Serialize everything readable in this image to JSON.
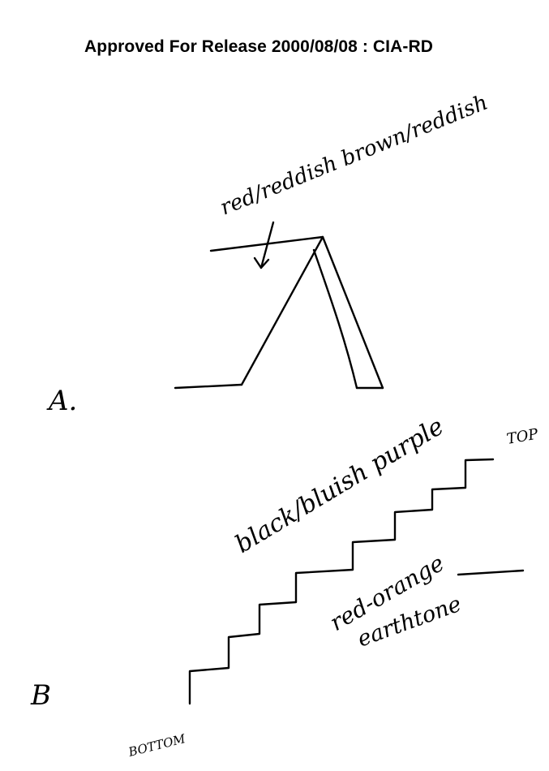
{
  "header": {
    "release_stamp": "Approved For Release 2000/08/08 : CIA-RD"
  },
  "handwriting": {
    "label_a": "A.",
    "label_b": "B",
    "sketch_a_note": "red/reddish brown/reddish",
    "sketch_b_upper_note": "black/bluish purple",
    "sketch_b_lower_note_line1": "red-orange",
    "sketch_b_lower_note_line2": "earthtone",
    "top_marker": "TOP",
    "bottom_marker": "BOTTOM"
  }
}
